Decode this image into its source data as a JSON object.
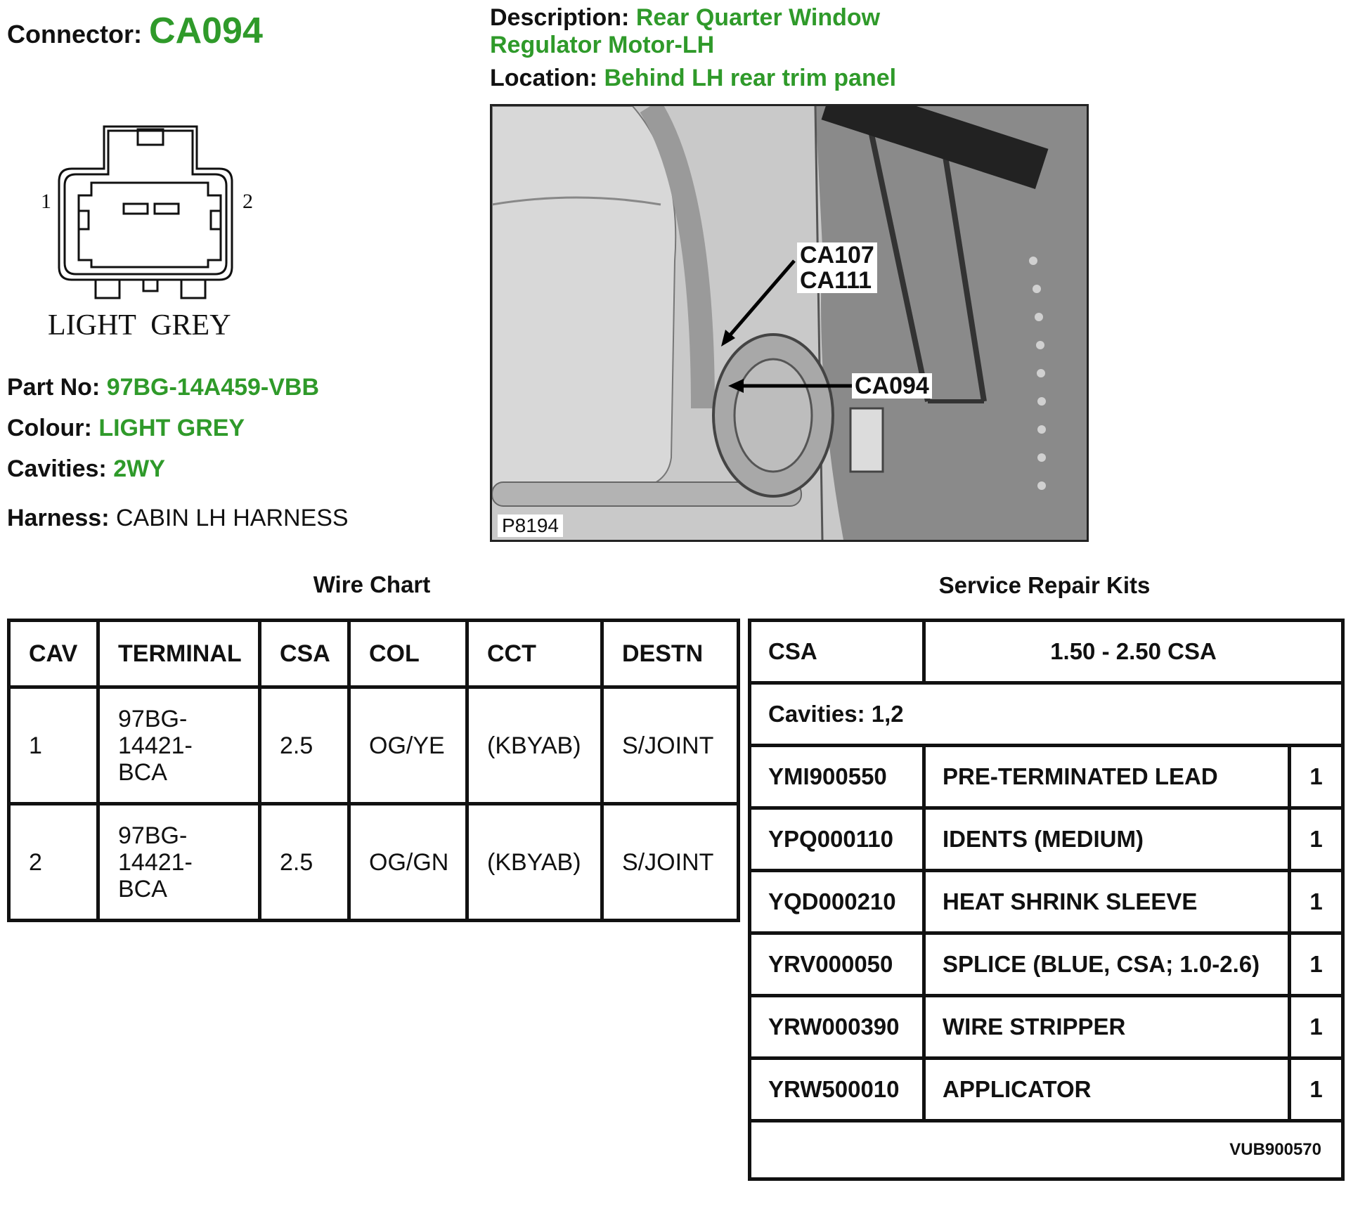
{
  "connector": {
    "label": "Connector:",
    "id": "CA094"
  },
  "pinout": {
    "pin_left": "1",
    "pin_right": "2",
    "colour_caption": "LIGHT  GREY"
  },
  "part_no": {
    "label": "Part No:",
    "value": "97BG-14A459-VBB"
  },
  "colour": {
    "label": "Colour:",
    "value": "LIGHT GREY"
  },
  "cavities": {
    "label": "Cavities:",
    "value": "2WY"
  },
  "harness": {
    "label": "Harness:",
    "value": "CABIN LH HARNESS"
  },
  "description": {
    "label": "Description:",
    "line1": "Rear Quarter Window",
    "line2": "Regulator Motor-LH"
  },
  "location": {
    "label": "Location:",
    "value": "Behind LH rear trim panel"
  },
  "photo": {
    "callout_a1": "CA107",
    "callout_a2": "CA111",
    "callout_b": "CA094",
    "ref": "P8194"
  },
  "wire_chart": {
    "title": "Wire Chart",
    "headers": [
      "CAV",
      "TERMINAL",
      "CSA",
      "COL",
      "CCT",
      "DESTN"
    ],
    "rows": [
      {
        "cav": "1",
        "terminal": [
          "97BG-",
          "14421-",
          "BCA"
        ],
        "csa": "2.5",
        "col": "OG/YE",
        "cct": "(KBYAB)",
        "destn": "S/JOINT"
      },
      {
        "cav": "2",
        "terminal": [
          "97BG-",
          "14421-",
          "BCA"
        ],
        "csa": "2.5",
        "col": "OG/GN",
        "cct": "(KBYAB)",
        "destn": "S/JOINT"
      }
    ]
  },
  "repair_kits": {
    "title": "Service Repair Kits",
    "csa_label": "CSA",
    "csa_value": "1.50 - 2.50 CSA",
    "cavities": "Cavities: 1,2",
    "items": [
      {
        "code": "YMI900550",
        "desc": "PRE-TERMINATED LEAD",
        "qty": "1"
      },
      {
        "code": "YPQ000110",
        "desc": "IDENTS (MEDIUM)",
        "qty": "1"
      },
      {
        "code": "YQD000210",
        "desc": "HEAT SHRINK SLEEVE",
        "qty": "1"
      },
      {
        "code": "YRV000050",
        "desc": "SPLICE (BLUE, CSA; 1.0-2.6)",
        "qty": "1"
      },
      {
        "code": "YRW000390",
        "desc": "WIRE STRIPPER",
        "qty": "1"
      },
      {
        "code": "YRW500010",
        "desc": "APPLICATOR",
        "qty": "1"
      }
    ],
    "kit_ref": "VUB900570"
  }
}
